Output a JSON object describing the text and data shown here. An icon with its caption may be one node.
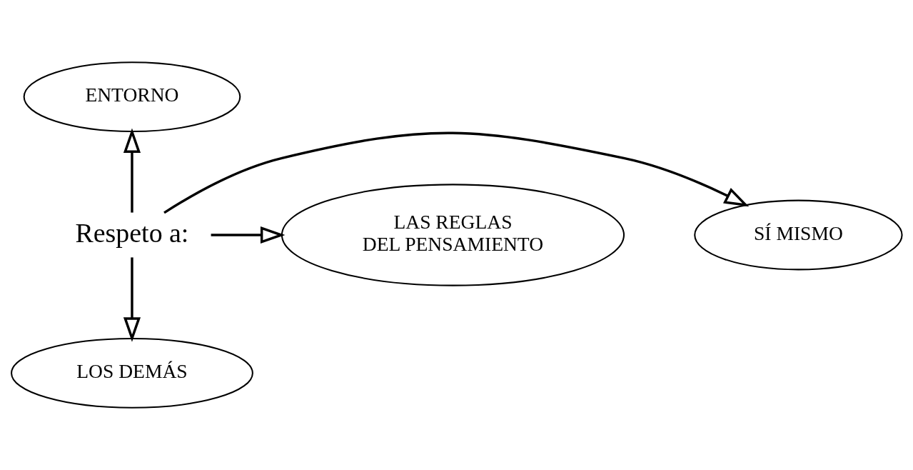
{
  "diagram": {
    "nodes": [
      {
        "text": [
          "ENTORNO"
        ]
      },
      {
        "text": [
          "LAS REGLAS DEL PENSAMIENTO"
        ]
      },
      {
        "text": [
          "Respeto a:"
        ]
      },
      {
        "text": [
          "SÍ MISMO"
        ]
      },
      {
        "text": [
          "LOS DEMÁS"
        ]
      }
    ],
    "edges": [
      {
        "from": 2,
        "to": 0,
        "arrow": "to"
      },
      {
        "from": 2,
        "to": 1,
        "arrow": "to"
      },
      {
        "from": 2,
        "to": 3,
        "arrow": "to"
      },
      {
        "from": 2,
        "to": 4,
        "arrow": "to"
      }
    ]
  }
}
